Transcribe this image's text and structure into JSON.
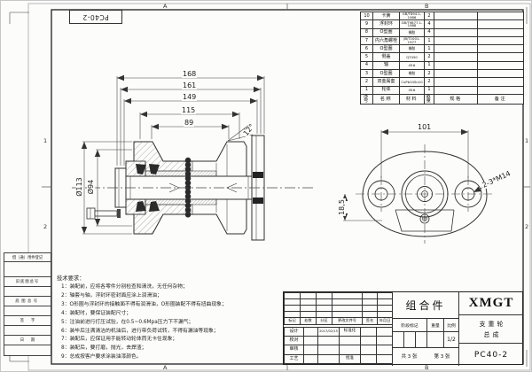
{
  "sheet": {
    "stamp": "PC40-2",
    "paper_color": "#fcfcfb",
    "ink_color": "#2b2b2b",
    "zones": {
      "a": "A",
      "b": "B",
      "n1": "1",
      "n2": "2"
    }
  },
  "margin_blocks": [
    "借（通）用件登记",
    "旧底图总号",
    "底图总号",
    "签字",
    "日期"
  ],
  "tech": {
    "title": "技术要求：",
    "items": [
      "1：装配前，应将各零件分别检查和清洗，无任何杂物；",
      "2：轴套与轴，浮封环密封面应涂上润滑油；",
      "3：O形圈与浮封环的接触面不得有润滑油，O形圈装配不得有扭曲现象；",
      "4：装配时，要保证装配尺寸；",
      "5：注油前进行打压试验，在0.5~0.6Mpa压力下不漏气；",
      "6：装毕后注满清洁的机油后，进行带负荷试转，不得有漏油等现象；",
      "7：装配后，应保证用手能转动轮体而无卡住现象；",
      "8：装配后，要打磨，抛光，去焊渣；",
      "9：总成按客户要求涂装油漆颜色。"
    ]
  },
  "dims": {
    "d168": "168",
    "d161": "161",
    "d149": "149",
    "d115": "115",
    "d89": "89",
    "ang": "12°",
    "dia113": "Ø113",
    "dia94": "Ø94",
    "d101": "101",
    "d185": "18,5",
    "thread": "2-3*M14"
  },
  "parts": {
    "headers": [
      "序号",
      "名称",
      "材料",
      "数量",
      "规格",
      "备注"
    ],
    "rows": [
      {
        "no": "10",
        "name": "卡簧",
        "mat": "GB/T894.1-1986",
        "qty": "2"
      },
      {
        "no": "9",
        "name": "浮封环",
        "mat": "GB/T9877.1-1988",
        "qty": "4"
      },
      {
        "no": "8",
        "name": "O型圈",
        "mat": "橡胶",
        "qty": "4"
      },
      {
        "no": "7",
        "name": "内六角螺栓",
        "mat": "JB/T1001-1977",
        "qty": "1"
      },
      {
        "no": "6",
        "name": "O型圈",
        "mat": "橡胶",
        "qty": "1"
      },
      {
        "no": "5",
        "name": "侧盖",
        "mat": "QT450",
        "qty": "2"
      },
      {
        "no": "4",
        "name": "轴",
        "mat": "45#",
        "qty": "1"
      },
      {
        "no": "3",
        "name": "O型圈",
        "mat": "橡胶",
        "qty": "2"
      },
      {
        "no": "2",
        "name": "双金属套",
        "mat": "CuPb10Sn10",
        "qty": "2"
      },
      {
        "no": "1",
        "name": "轮体",
        "mat": "45#",
        "qty": "1"
      }
    ]
  },
  "tb": {
    "company": "XMGT",
    "kind": "组合件",
    "name1": "支重轮",
    "name2": "总成",
    "no": "PC40-2",
    "rev": [
      "标记",
      "处数",
      "分区",
      "更改文件号",
      "签名",
      "年月日"
    ],
    "roles": [
      "设计",
      "校对",
      "审核",
      "工艺"
    ],
    "date": "2017/02/15",
    "std": "标准化",
    "appr": "批准",
    "stage": "阶段标记",
    "weight": "重量",
    "scale": "比例",
    "scale_v": "1/2",
    "sheets": "共 3 张",
    "sheet": "第 3 张"
  }
}
